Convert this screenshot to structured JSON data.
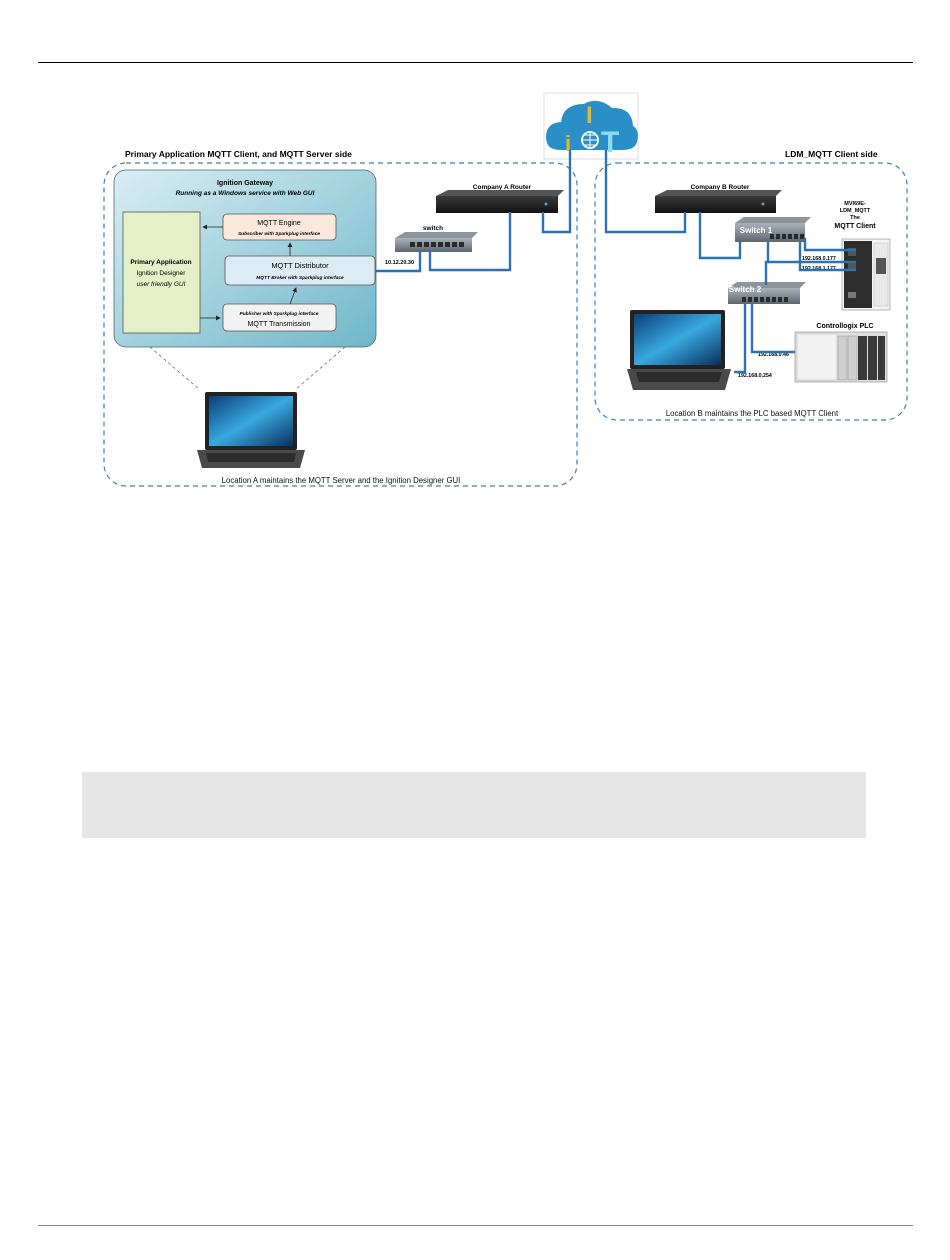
{
  "left_side": {
    "title": "Primary Application MQTT Client, and MQTT Server side",
    "caption": "Location A  maintains the MQTT Server and the Ignition Designer GUI"
  },
  "right_side": {
    "title": "LDM_MQTT Client side",
    "caption": "Location B maintains the PLC based MQTT Client"
  },
  "cloud": {
    "letter_i_top": "I",
    "letter_i_small": "i",
    "letter_t": "T"
  },
  "gateway": {
    "title": "Ignition Gateway",
    "subtitle": "Running as a Windows service with Web GUI",
    "primary_app": {
      "line1": "Primary Application",
      "line2": "Ignition Designer",
      "line3": "user friendly GUI"
    },
    "engine": {
      "title": "MQTT Engine",
      "sub": "Subscriber with Sparkplug interface"
    },
    "distributor": {
      "title": "MQTT Distributor",
      "sub": "MQTT Broker with Sparkplug interface"
    },
    "transmission": {
      "title": "MQTT Transmission",
      "sub": "Publisher with Sparkplug interface"
    }
  },
  "network_a": {
    "router_label": "Company A Router",
    "switch_label": "switch",
    "ip": "10.12.20.30"
  },
  "network_b": {
    "router_label": "Company B Router",
    "switch1_label": "Switch 1",
    "switch2_label": "Switch 2",
    "client_label_1": "MVI69E-",
    "client_label_2": "LDM_MQTT",
    "client_label_3": "The",
    "client_label_4": "MQTT Client",
    "ip_1": "192.168.0.177",
    "ip_2": "192.168.1.177",
    "ip_3": "192.168.0.46",
    "ip_4": "192.168.0.254",
    "plc_label": "Controllogix PLC"
  }
}
